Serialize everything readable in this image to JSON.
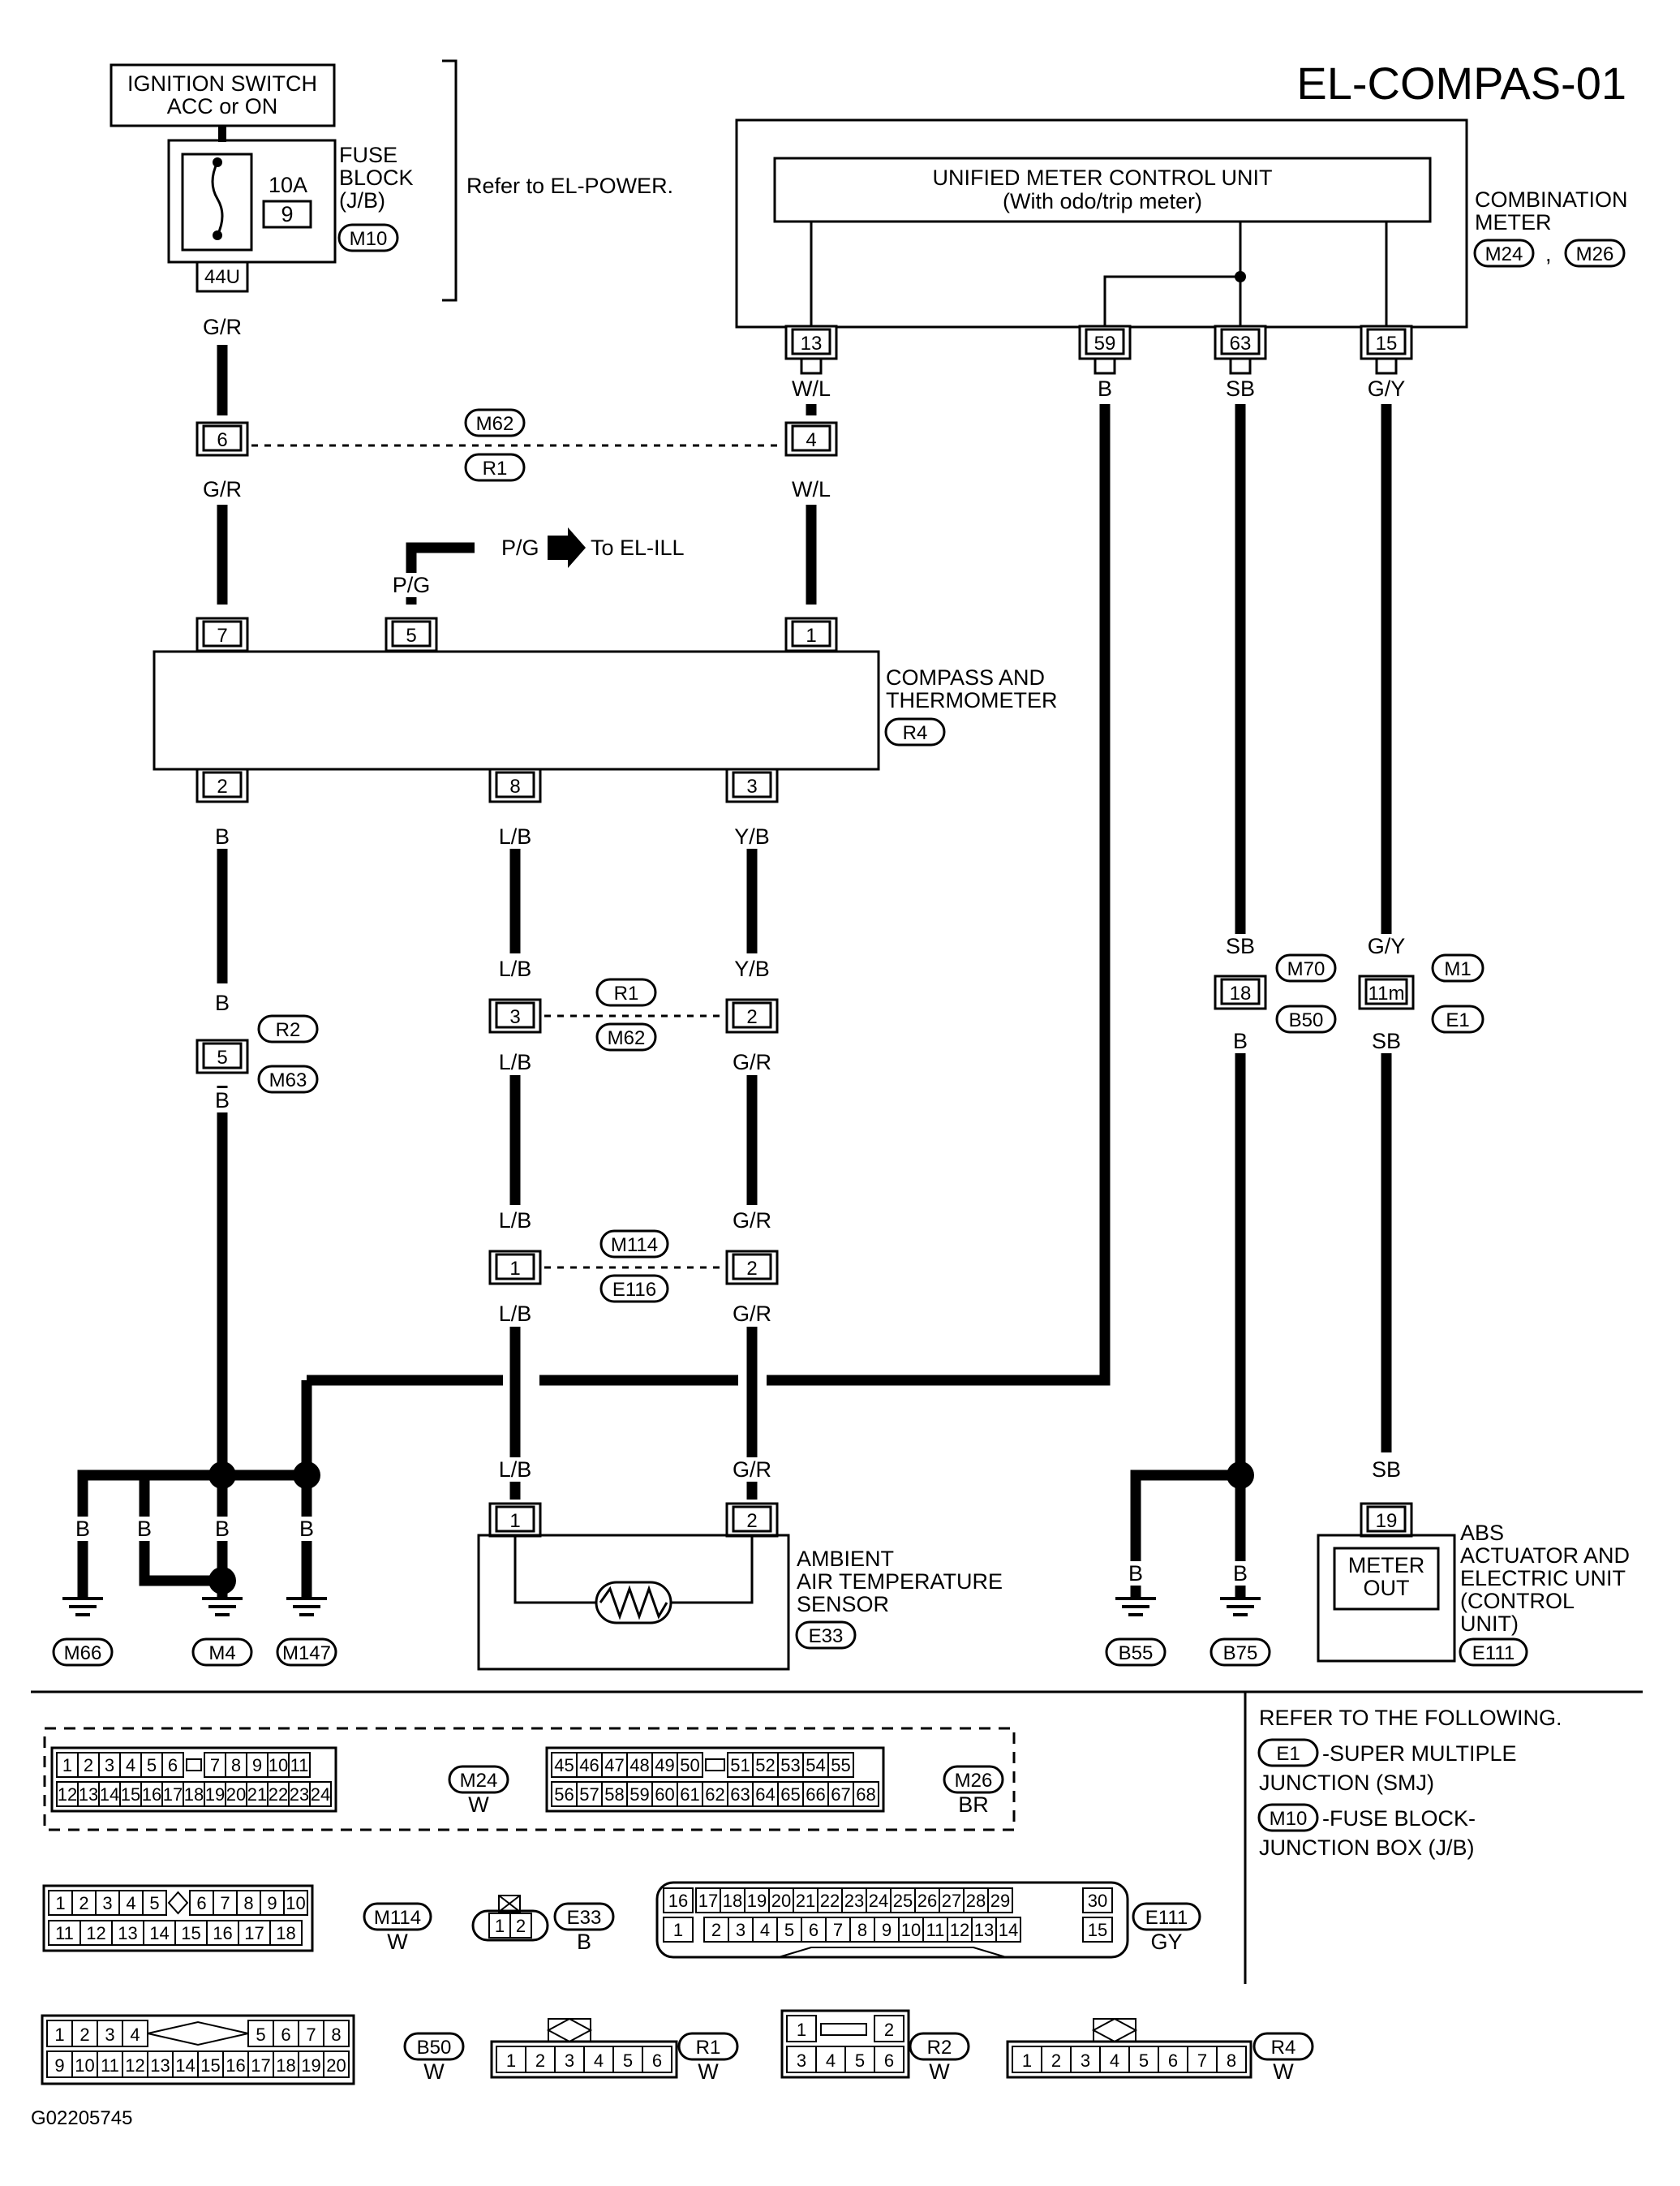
{
  "title": "EL-COMPAS-01",
  "footer_code": "G02205745",
  "ignition": {
    "line1": "IGNITION SWITCH",
    "line2": "ACC or ON"
  },
  "fuse_block": {
    "line1": "FUSE",
    "line2": "BLOCK",
    "line3": "(J/B)",
    "conn": "M10",
    "amp": "10A",
    "fuse_no": "9",
    "terminal": "44U"
  },
  "refer_power": "Refer to EL-POWER.",
  "combination_meter": {
    "line1": "COMBINATION",
    "line2": "METER",
    "conn1": "M24",
    "sep": ",",
    "conn2": "M26"
  },
  "umcu": {
    "line1": "UNIFIED METER CONTROL UNIT",
    "line2": "(With odo/trip meter)"
  },
  "meter_pins": [
    "13",
    "59",
    "63",
    "15"
  ],
  "meter_wires": [
    "W/L",
    "B",
    "SB",
    "G/Y"
  ],
  "compass": {
    "line1": "COMPASS AND",
    "line2": "THERMOMETER",
    "conn": "R4"
  },
  "compass_top_pins": [
    "7",
    "5",
    "1"
  ],
  "compass_bottom_pins": [
    "2",
    "8",
    "3"
  ],
  "to_ill": {
    "wire": "P/G",
    "text": "To EL-ILL"
  },
  "wires": {
    "gr": "G/R",
    "wl": "W/L",
    "pg": "P/G",
    "b": "B",
    "lb": "L/B",
    "yb": "Y/B",
    "sb": "SB",
    "gy": "G/Y"
  },
  "junctions": {
    "m62_r1": {
      "top": "M62",
      "bottom": "R1",
      "left_pin": "6",
      "right_pin": "4"
    },
    "r1_m62": {
      "top": "R1",
      "bottom": "M62",
      "left_pin": "3",
      "right_pin": "2"
    },
    "m114_e116": {
      "top": "M114",
      "bottom": "E116",
      "left_pin": "1",
      "right_pin": "2"
    },
    "r2_m63": {
      "top": "R2",
      "bottom": "M63",
      "pin": "5"
    },
    "m70_b50": {
      "top": "M70",
      "bottom": "B50",
      "pin": "18"
    },
    "m1_e1": {
      "top": "M1",
      "bottom": "E1",
      "pin": "11m"
    }
  },
  "ambient_sensor": {
    "line1": "AMBIENT",
    "line2": "AIR TEMPERATURE",
    "line3": "SENSOR",
    "conn": "E33",
    "pins": [
      "1",
      "2"
    ]
  },
  "abs": {
    "line1": "ABS",
    "line2": "ACTUATOR AND",
    "line3": "ELECTRIC UNIT",
    "line4": "(CONTROL",
    "line5": "UNIT)",
    "conn": "E111",
    "pin": "19",
    "inner1": "METER",
    "inner2": "OUT"
  },
  "grounds": [
    "M66",
    "M4",
    "M147",
    "B55",
    "B75"
  ],
  "refer_box": {
    "heading": "REFER TO THE FOLLOWING.",
    "e1_conn": "E1",
    "e1_text": "-SUPER MULTIPLE",
    "e1_text2": "JUNCTION (SMJ)",
    "m10_conn": "M10",
    "m10_text": "-FUSE BLOCK-",
    "m10_text2": "JUNCTION BOX (J/B)"
  },
  "connectors": {
    "m24": {
      "name": "M24",
      "color": "W",
      "row1a": [
        "1",
        "2",
        "3",
        "4",
        "5",
        "6"
      ],
      "row1b": [
        "7",
        "8",
        "9",
        "10",
        "11"
      ],
      "row2": [
        "12",
        "13",
        "14",
        "15",
        "16",
        "17",
        "18",
        "19",
        "20",
        "21",
        "22",
        "23",
        "24"
      ]
    },
    "m26": {
      "name": "M26",
      "color": "BR",
      "row1a": [
        "45",
        "46",
        "47",
        "48",
        "49",
        "50"
      ],
      "row1b": [
        "51",
        "52",
        "53",
        "54",
        "55"
      ],
      "row2": [
        "56",
        "57",
        "58",
        "59",
        "60",
        "61",
        "62",
        "63",
        "64",
        "65",
        "66",
        "67",
        "68"
      ]
    },
    "m114": {
      "name": "M114",
      "color": "W",
      "row1a": [
        "1",
        "2",
        "3",
        "4",
        "5"
      ],
      "row1b": [
        "6",
        "7",
        "8",
        "9",
        "10"
      ],
      "row2": [
        "11",
        "12",
        "13",
        "14",
        "15",
        "16",
        "17",
        "18"
      ]
    },
    "e33": {
      "name": "E33",
      "color": "B",
      "pins": [
        "1",
        "2"
      ]
    },
    "e111": {
      "name": "E111",
      "color": "GY",
      "row1": [
        "16",
        "17",
        "18",
        "19",
        "20",
        "21",
        "22",
        "23",
        "24",
        "25",
        "26",
        "27",
        "28",
        "29"
      ],
      "end1": "30",
      "start2": "1",
      "row2": [
        "2",
        "3",
        "4",
        "5",
        "6",
        "7",
        "8",
        "9",
        "10",
        "11",
        "12",
        "13",
        "14"
      ],
      "end2": "15"
    },
    "b50": {
      "name": "B50",
      "color": "W",
      "row1a": [
        "1",
        "2",
        "3",
        "4"
      ],
      "row1b": [
        "5",
        "6",
        "7",
        "8"
      ],
      "row2": [
        "9",
        "10",
        "11",
        "12",
        "13",
        "14",
        "15",
        "16",
        "17",
        "18",
        "19",
        "20"
      ]
    },
    "r1": {
      "name": "R1",
      "color": "W",
      "pins": [
        "1",
        "2",
        "3",
        "4",
        "5",
        "6"
      ]
    },
    "r2": {
      "name": "R2",
      "color": "W",
      "row1": [
        "1",
        "2"
      ],
      "row2": [
        "3",
        "4",
        "5",
        "6"
      ]
    },
    "r4": {
      "name": "R4",
      "color": "W",
      "pins": [
        "1",
        "2",
        "3",
        "4",
        "5",
        "6",
        "7",
        "8"
      ]
    }
  }
}
